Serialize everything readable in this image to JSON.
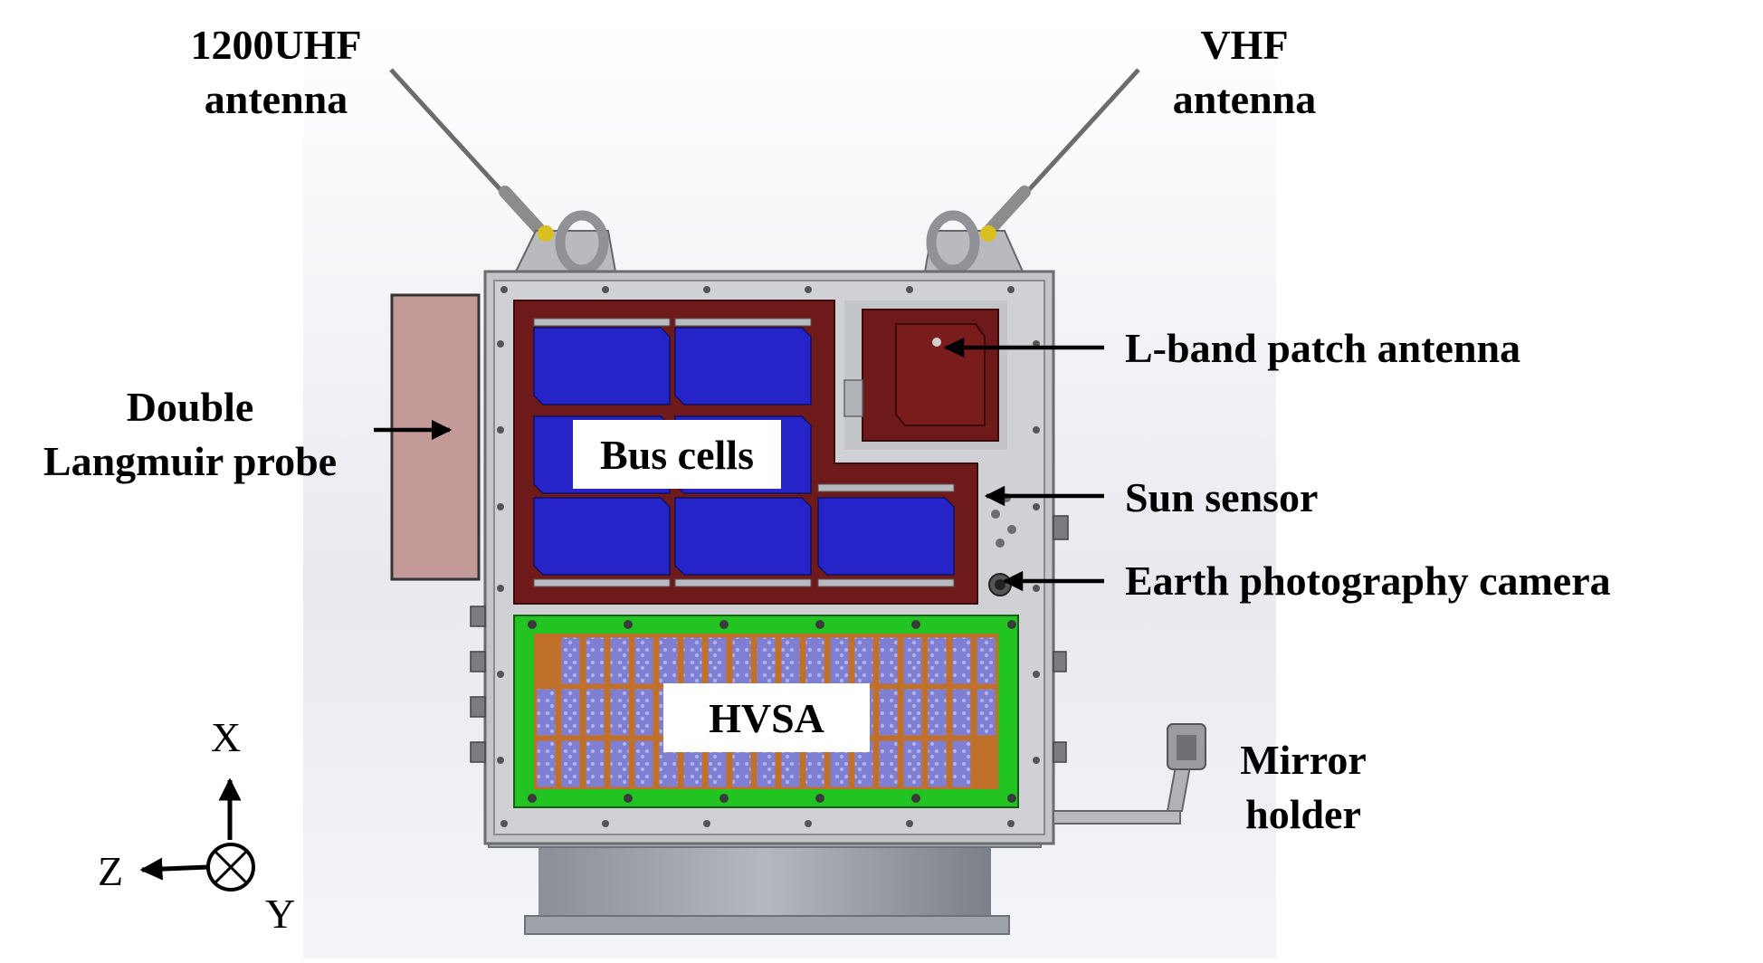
{
  "labels": {
    "uhf_antenna": [
      "1200UHF",
      "antenna"
    ],
    "vhf_antenna": [
      "VHF",
      "antenna"
    ],
    "langmuir_probe": [
      "Double",
      "Langmuir probe"
    ],
    "lband_antenna": "L-band patch antenna",
    "sun_sensor": "Sun sensor",
    "earth_camera": "Earth photography camera",
    "mirror_holder": [
      "Mirror",
      "holder"
    ],
    "bus_cells": "Bus cells",
    "hvsa": "HVSA"
  },
  "axes": {
    "x": "X",
    "z": "Z",
    "y": "Y"
  },
  "colors": {
    "frame": "#c9cacc",
    "panel_border": "#6e1a1a",
    "solar_cell": "#2424c8",
    "hvsa_border": "#22c422",
    "hvsa_cell": "#8a8ad8",
    "hvsa_grid": "#c07028",
    "probe": "#c49a98",
    "background": "#e6e8ee"
  }
}
